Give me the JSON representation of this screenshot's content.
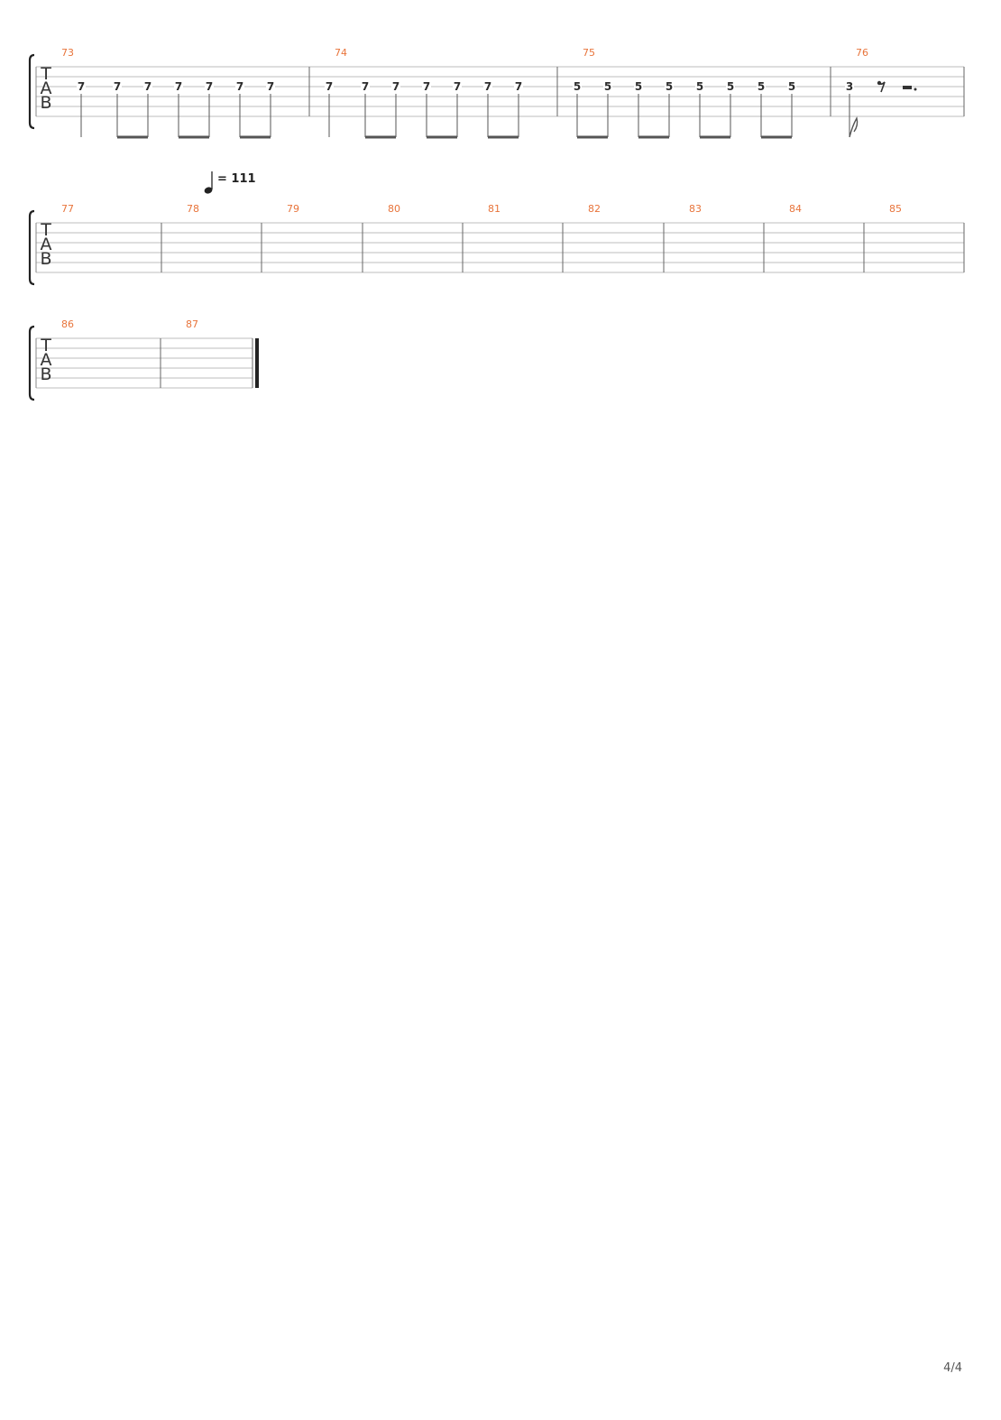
{
  "score": {
    "tab_clef": [
      "T",
      "A",
      "B"
    ],
    "tempo": {
      "bpm": "111",
      "label": "= 111"
    },
    "colors": {
      "measure_number": "#e8743b",
      "staff_line": "#bdbdbd",
      "ink": "#2d2d2d"
    },
    "systems": [
      {
        "measures": [
          {
            "number": "73",
            "frets": [
              "7",
              "7",
              "7",
              "7",
              "7",
              "7",
              "7"
            ]
          },
          {
            "number": "74",
            "frets": [
              "7",
              "7",
              "7",
              "7",
              "7",
              "7",
              "7"
            ]
          },
          {
            "number": "75",
            "frets": [
              "5",
              "5",
              "5",
              "5",
              "5",
              "5",
              "5",
              "5"
            ]
          },
          {
            "number": "76",
            "frets": [
              "3"
            ],
            "rests": [
              "eighth-rest",
              "dotted-half-rest"
            ]
          }
        ]
      },
      {
        "measures": [
          {
            "number": "77",
            "frets": []
          },
          {
            "number": "78",
            "frets": []
          },
          {
            "number": "79",
            "frets": []
          },
          {
            "number": "80",
            "frets": []
          },
          {
            "number": "81",
            "frets": []
          },
          {
            "number": "82",
            "frets": []
          },
          {
            "number": "83",
            "frets": []
          },
          {
            "number": "84",
            "frets": []
          },
          {
            "number": "85",
            "frets": []
          }
        ]
      },
      {
        "measures": [
          {
            "number": "86",
            "frets": []
          },
          {
            "number": "87",
            "frets": []
          }
        ],
        "final_barline": true
      }
    ]
  },
  "page_number": "4/4"
}
